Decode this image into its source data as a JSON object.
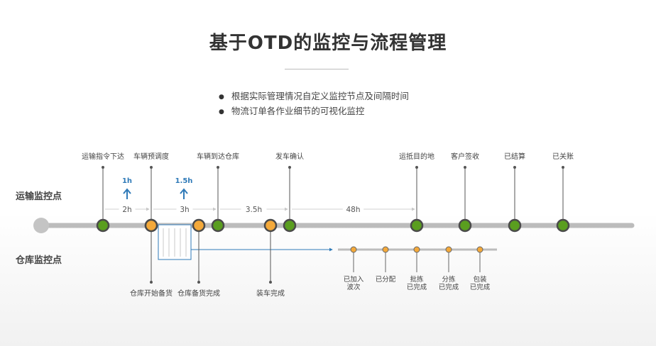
{
  "title": "基于OTD的监控与流程管理",
  "bullets": [
    "根据实际管理情况自定义监控节点及间隔时间",
    "物流订单各作业细节的可视化监控"
  ],
  "row_labels": {
    "transport": "运输监控点",
    "warehouse": "仓库监控点"
  },
  "top_events": [
    {
      "id": "dispatch",
      "label": "运输指令下达",
      "color": "green"
    },
    {
      "id": "prebook",
      "label": "车辆预调度",
      "color": "orange"
    },
    {
      "id": "arrive",
      "label": "车辆到达仓库",
      "color": "green"
    },
    {
      "id": "depart",
      "label": "发车确认",
      "color": "green"
    },
    {
      "id": "destination",
      "label": "运抵目的地",
      "color": "green"
    },
    {
      "id": "signed",
      "label": "客户签收",
      "color": "green"
    },
    {
      "id": "settled",
      "label": "已结算",
      "color": "green"
    },
    {
      "id": "closed",
      "label": "已关账",
      "color": "green"
    }
  ],
  "bottom_events": [
    {
      "id": "wh-start",
      "label": "仓库开始备货"
    },
    {
      "id": "wh-done",
      "label": "仓库备货完成"
    },
    {
      "id": "load-done",
      "label": "装车完成"
    }
  ],
  "intervals": [
    "2h",
    "3h",
    "3.5h",
    "48h"
  ],
  "alerts": [
    "1h",
    "1.5h"
  ],
  "sub_steps": [
    {
      "lines": [
        "已加入",
        "波次"
      ]
    },
    {
      "lines": [
        "已分配"
      ]
    },
    {
      "lines": [
        "批拣",
        "已完成"
      ]
    },
    {
      "lines": [
        "分拣",
        "已完成"
      ]
    },
    {
      "lines": [
        "包装",
        "已完成"
      ]
    }
  ],
  "colors": {
    "green": "#5a9e1f",
    "orange": "#f4a93a",
    "node_border": "#4a4a4a",
    "timeline": "#bcbcbc",
    "accent": "#2f7ab8"
  }
}
